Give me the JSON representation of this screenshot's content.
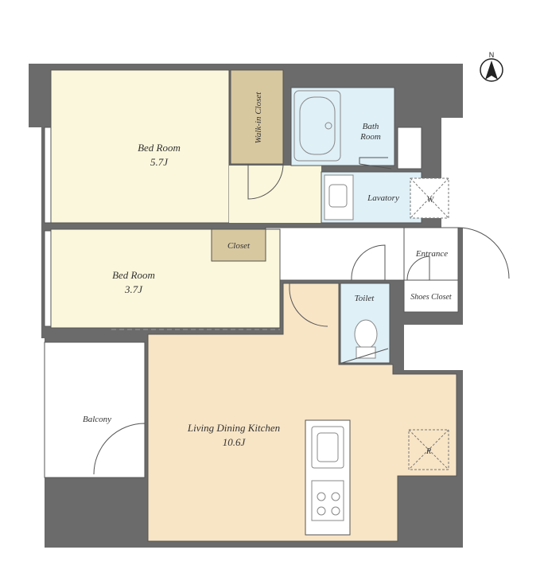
{
  "colors": {
    "wall": "#6b6b6b",
    "bedroom": "#fbf7dc",
    "living": "#f8e5c6",
    "closet": "#d8c8a0",
    "wet": "#dff0f7",
    "white": "#ffffff",
    "line": "#555555",
    "fixture": "#888888"
  },
  "compass": {
    "label": "N",
    "icon": "north-arrow-icon"
  },
  "rooms": {
    "bedroom1": {
      "name": "Bed Room",
      "size": "5.7J"
    },
    "bedroom2": {
      "name": "Bed Room",
      "size": "3.7J"
    },
    "walkin": {
      "name": "Walk-in Closet"
    },
    "closet": {
      "name": "Closet"
    },
    "bath": {
      "name_line1": "Bath",
      "name_line2": "Room"
    },
    "lavatory": {
      "name": "Lavatory",
      "washer": "W"
    },
    "entrance": {
      "name": "Entrance"
    },
    "toilet": {
      "name": "Toilet"
    },
    "shoes": {
      "name": "Shoes Closet"
    },
    "balcony": {
      "name": "Balcony"
    },
    "ldk": {
      "name": "Living Dining Kitchen",
      "size": "10.6J",
      "fridge": "R"
    }
  }
}
